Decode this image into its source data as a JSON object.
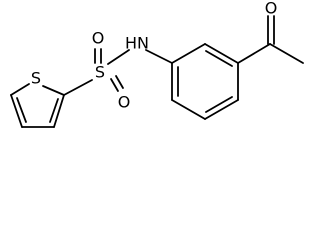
{
  "molecule": {
    "atoms": {
      "thiophene_s": "S",
      "sulfonyl_s": "S",
      "oxygen_top": "O",
      "oxygen_bottom": "O",
      "amine_n": "N",
      "amine_h": "H",
      "ketone_o": "O"
    }
  }
}
